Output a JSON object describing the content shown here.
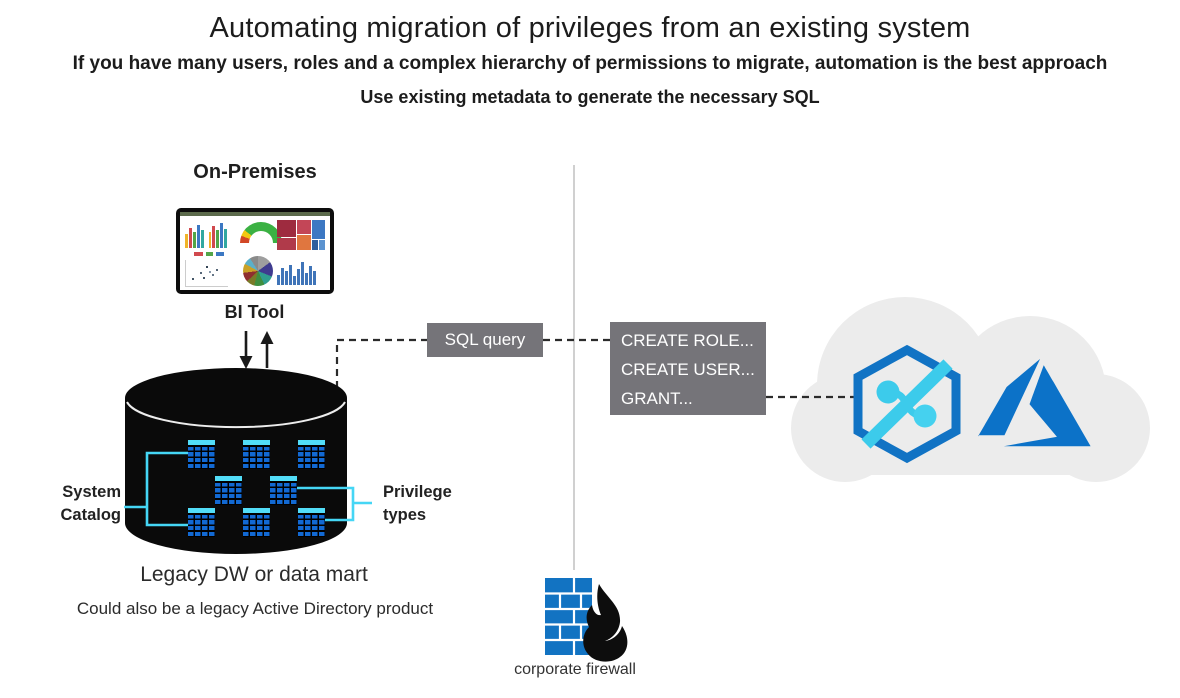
{
  "header": {
    "title": "Automating migration of privileges from an existing system",
    "subtitle_bold": "If you have many users, roles and a complex hierarchy of permissions to migrate, automation is the best approach",
    "subtitle_secondary": "Use existing metadata to generate the necessary SQL"
  },
  "on_premises": {
    "heading": "On-Premises",
    "bi_tool_label": "BI Tool",
    "system_catalog_label": "System Catalog",
    "privilege_types_label": "Privilege types",
    "database_caption": "Legacy DW or data mart",
    "database_note": "Could also be a legacy Active Directory product"
  },
  "flow": {
    "sql_query_label": "SQL query",
    "generated_sql": [
      "CREATE ROLE...",
      "CREATE USER...",
      "GRANT..."
    ]
  },
  "firewall": {
    "caption": "corporate firewall"
  },
  "cloud": {
    "icons": [
      "azure-synapse-icon",
      "azure-icon"
    ]
  },
  "colors": {
    "box_gray": "#757479",
    "bracket_cyan": "#45d6f5",
    "table_cell_blue": "#1269d3",
    "table_header_cyan": "#52ddf8",
    "firewall_blue": "#1273c2",
    "azure_blue": "#0c72c8",
    "synapse_blue": "#1173c4",
    "synapse_cyan": "#3ccbeb",
    "cloud_gray": "#ececec",
    "dashed_line": "#2b2b2b"
  }
}
